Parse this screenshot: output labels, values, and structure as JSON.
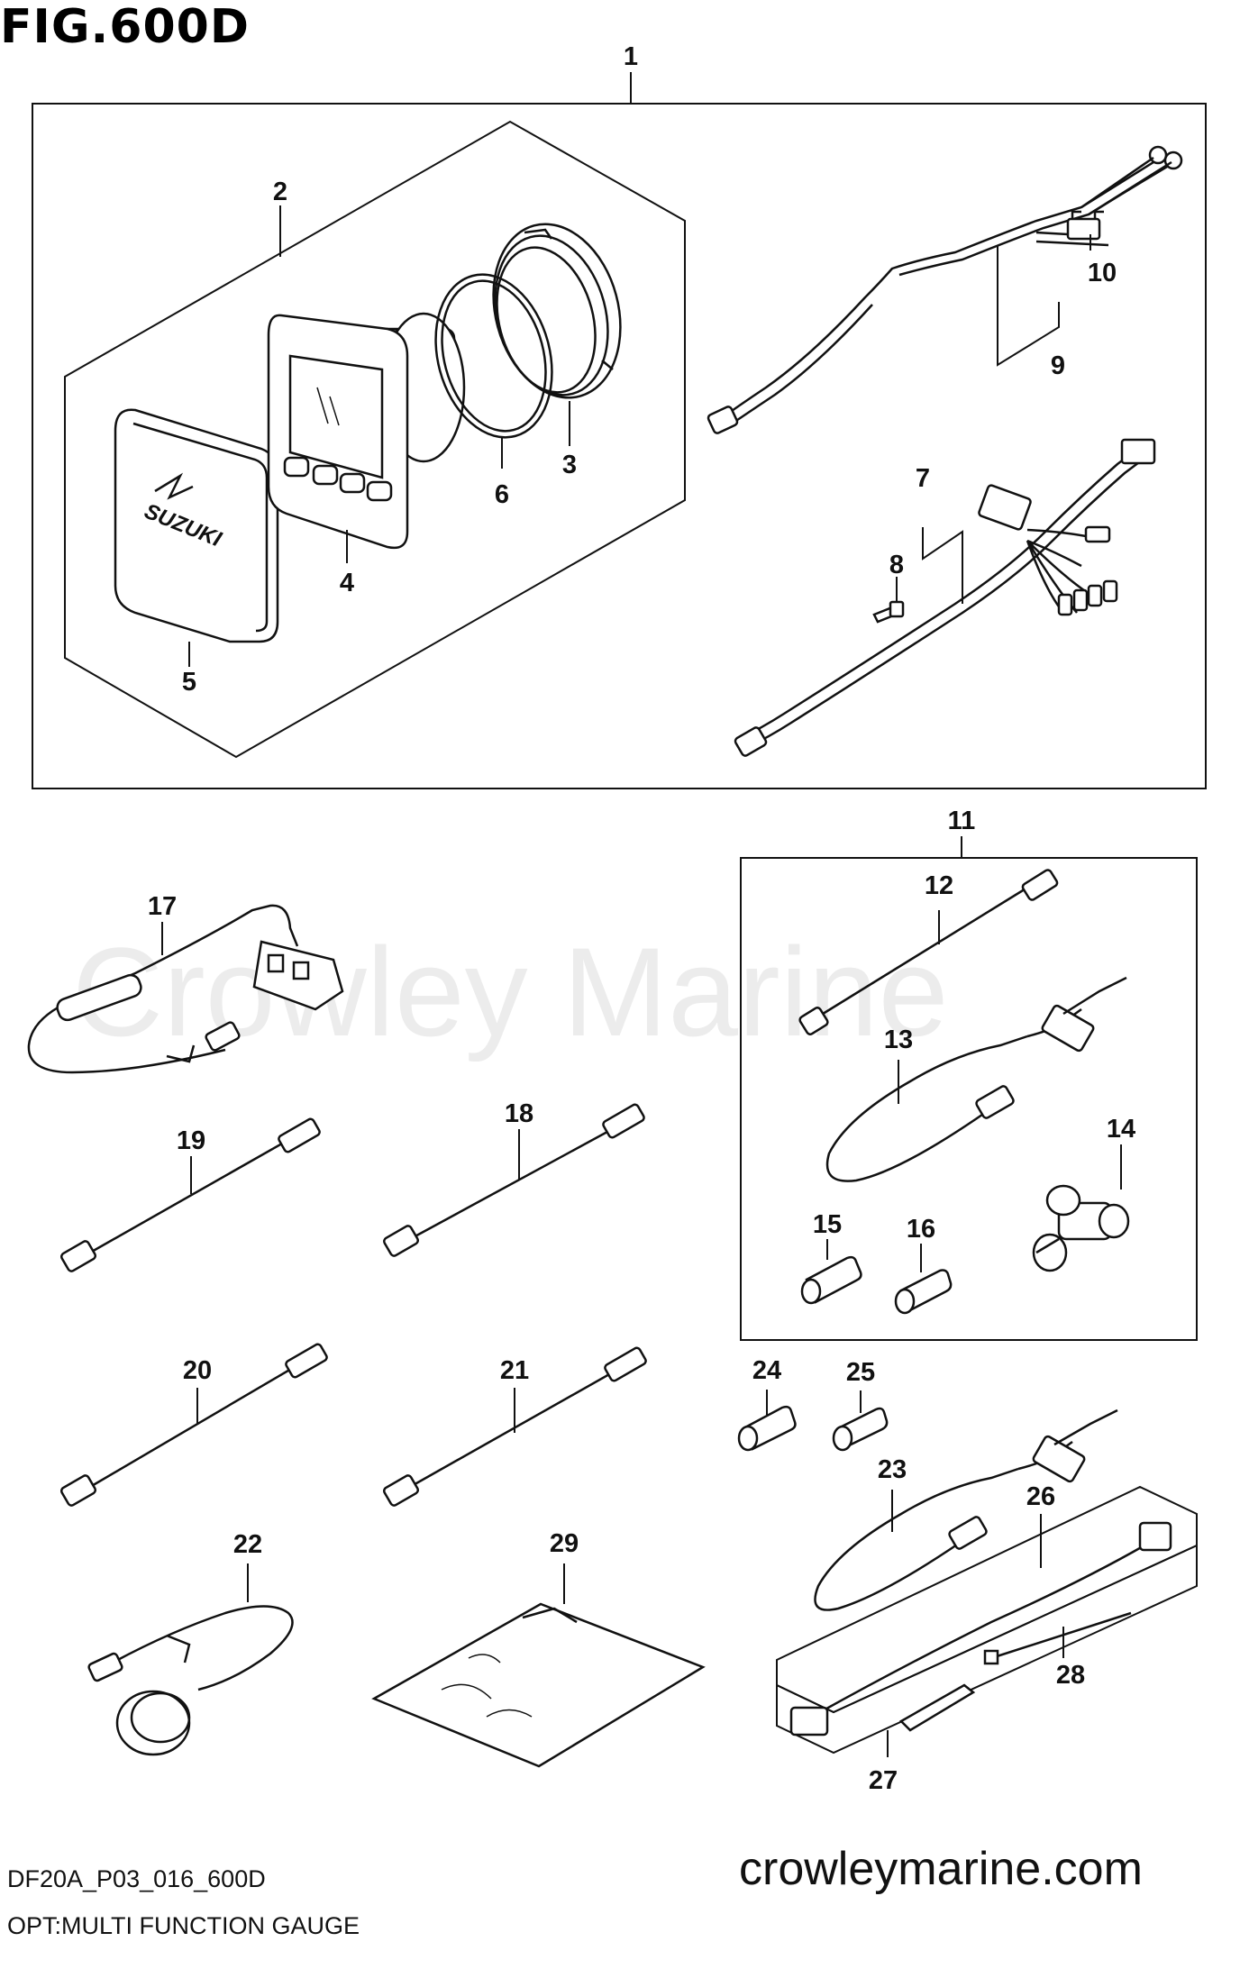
{
  "figure": {
    "title": "FIG.600D",
    "code": "DF20A_P03_016_600D",
    "description": "OPT:MULTI FUNCTION GAUGE",
    "site": "crowleymarine.com",
    "watermark": "Crowley Marine"
  },
  "gauge_logo": "SUZUKI",
  "callouts": [
    "1",
    "2",
    "3",
    "4",
    "5",
    "6",
    "7",
    "8",
    "9",
    "10",
    "11",
    "12",
    "13",
    "14",
    "15",
    "16",
    "17",
    "18",
    "19",
    "20",
    "21",
    "22",
    "23",
    "24",
    "25",
    "26",
    "27",
    "28",
    "29"
  ]
}
